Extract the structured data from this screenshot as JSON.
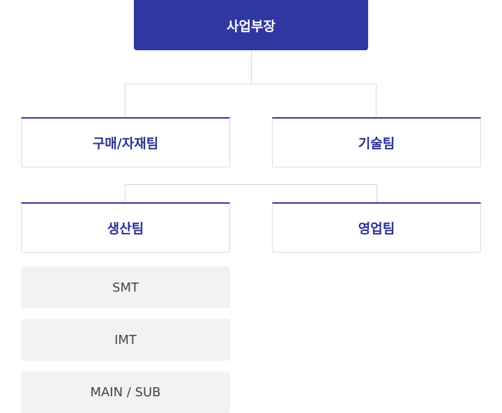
{
  "head": {
    "label": "사업부장"
  },
  "teams": {
    "purchasing": "구매/자재팀",
    "technology": "기술팀",
    "production": "생산팀",
    "sales": "영업팀"
  },
  "production_units": [
    "SMT",
    "IMT",
    "MAIN / SUB"
  ],
  "colors": {
    "primary": "#2f37a1",
    "team_text": "#2b3192",
    "connector": "#d8d8d8",
    "sub_box_bg": "#f2f2f2"
  }
}
